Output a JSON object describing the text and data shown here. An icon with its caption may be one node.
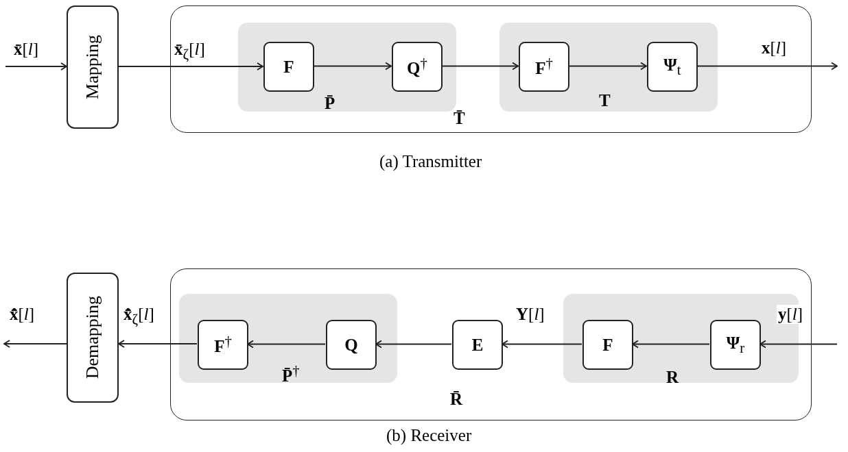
{
  "diagram": {
    "nodes": [
      {
        "text": [
          "Mapping"
        ]
      },
      {
        "text": [
          "**T̄**"
        ]
      },
      {
        "text": [
          "**P̄**"
        ],
        "in": 1
      },
      {
        "text": [
          "**F**"
        ],
        "in": 2
      },
      {
        "text": [
          "**Q**$^{†}$"
        ],
        "in": 2
      },
      {
        "text": [
          "**T**"
        ],
        "in": 1
      },
      {
        "text": [
          "**F**$^{†}$"
        ],
        "in": 5
      },
      {
        "text": [
          "**Ψ**$_{t}$"
        ],
        "in": 5
      },
      {
        "text": [
          "Demapping"
        ]
      },
      {
        "text": [
          "**R̄**"
        ]
      },
      {
        "text": [
          "**P̄**$^{†}$"
        ],
        "in": 9
      },
      {
        "text": [
          "**F**$^{†}$"
        ],
        "in": 10
      },
      {
        "text": [
          "**Q**"
        ],
        "in": 10
      },
      {
        "text": [
          "**E**"
        ],
        "in": 9
      },
      {
        "text": [
          "**R**"
        ],
        "in": 9
      },
      {
        "text": [
          "**F**"
        ],
        "in": 14
      },
      {
        "text": [
          "**Ψ**$_{r}$"
        ],
        "in": 14
      }
    ],
    "edges": [
      {
        "from": null,
        "to": 0,
        "arrow": "to",
        "label": "**x̄**[*l*]"
      },
      {
        "from": 0,
        "to": 3,
        "arrow": "to",
        "label": "**x̄**$_{ζ}$[*l*]"
      },
      {
        "from": 3,
        "to": 4,
        "arrow": "to"
      },
      {
        "from": 4,
        "to": 6,
        "arrow": "to"
      },
      {
        "from": 6,
        "to": 7,
        "arrow": "to"
      },
      {
        "from": 7,
        "to": null,
        "arrow": "to",
        "label": "**x**[*l*]"
      },
      {
        "from": null,
        "to": 16,
        "arrow": "to",
        "label": "**y**[*l*]"
      },
      {
        "from": 16,
        "to": 15,
        "arrow": "to"
      },
      {
        "from": 15,
        "to": 13,
        "arrow": "to",
        "label": "**Y**[*l*]"
      },
      {
        "from": 13,
        "to": 12,
        "arrow": "to"
      },
      {
        "from": 12,
        "to": 11,
        "arrow": "to"
      },
      {
        "from": 11,
        "to": 8,
        "arrow": "to",
        "label": "**x̂̄**$_{ζ}$[*l*]"
      },
      {
        "from": 8,
        "to": null,
        "arrow": "to",
        "label": "**x̂̄**[*l*]"
      }
    ],
    "labels": [
      "(a) Transmitter",
      "(b) Receiver"
    ]
  }
}
